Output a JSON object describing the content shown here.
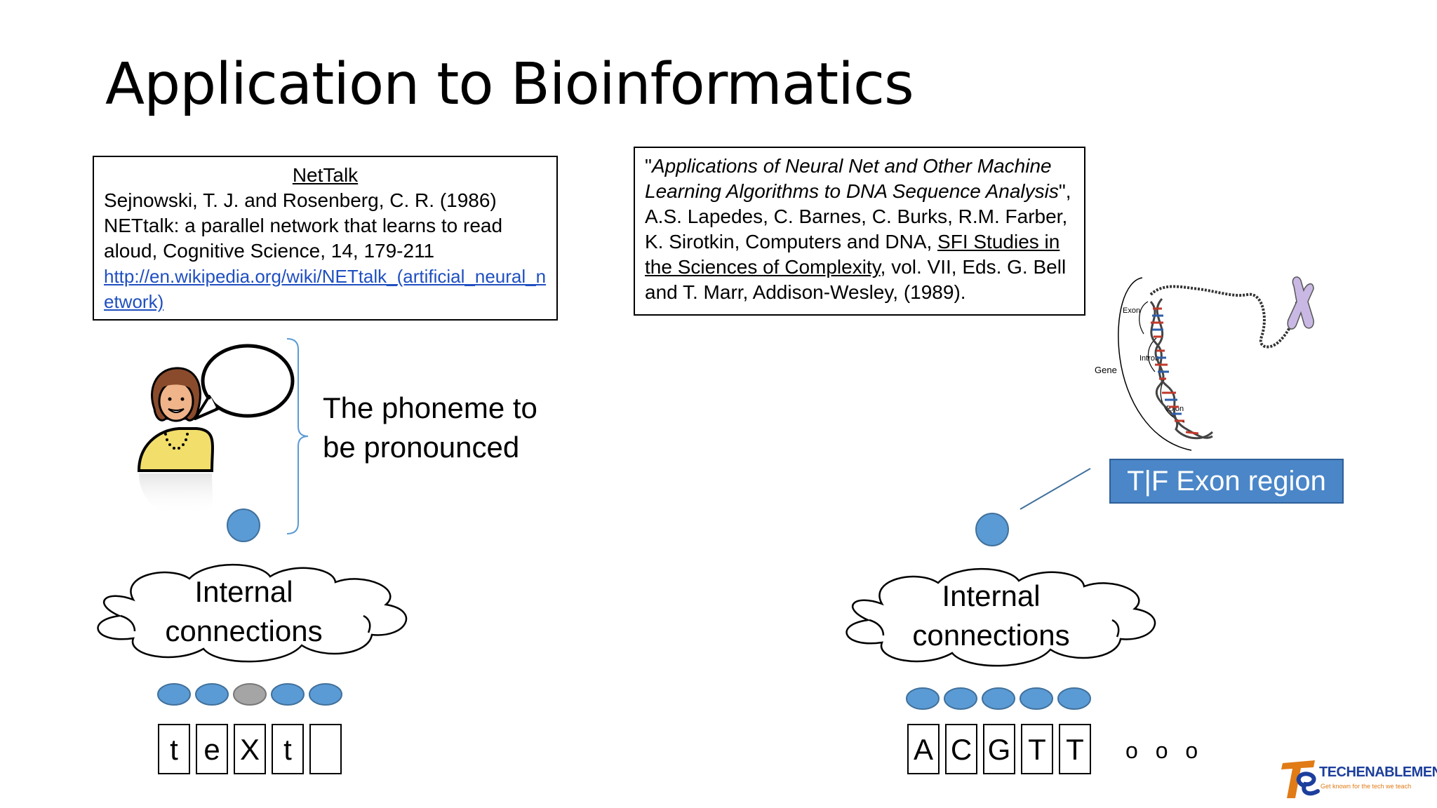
{
  "title": "Application to Bioinformatics",
  "nettalk": {
    "heading": "NetTalk",
    "citation_line1": "Sejnowski, T. J. and Rosenberg, C. R. (1986)",
    "citation_line2": "NETtalk: a parallel network that learns to read",
    "citation_line3": "aloud, Cognitive Science, 14, 179-211",
    "link": "http://en.wikipedia.org/wiki/NETtalk_(artificial_neural_network)"
  },
  "lapedes": {
    "quote_open": "\"",
    "title_italic": "Applications of Neural Net and Other Machine Learning Algorithms to DNA Sequence Analysis",
    "quote_close": "\",",
    "authors": " A.S. Lapedes, C. Barnes, C. Burks, R.M. Farber, K. Sirotkin, Computers and DNA, ",
    "series": "SFI Studies in the Sciences of Complexity",
    "rest": ", vol. VII, Eds. G. Bell and T. Marr, Addison-Wesley, (1989)."
  },
  "phoneme_label_line1": "The phoneme to",
  "phoneme_label_line2": "be pronounced",
  "cloud_left": {
    "line1": "Internal",
    "line2": "connections"
  },
  "cloud_right": {
    "line1": "Internal",
    "line2": "connections"
  },
  "left_letters": [
    "t",
    "e",
    "X",
    "t",
    ""
  ],
  "right_letters": [
    "A",
    "C",
    "G",
    "T",
    "T"
  ],
  "ellipsis": "o o o",
  "exon_label": "T|F Exon region",
  "dna_labels": {
    "exon_top": "Exon",
    "intron": "Intron",
    "gene": "Gene",
    "exon_bottom": "Exon"
  },
  "logo": {
    "name": "TECHENABLEMENT",
    "tagline": "Get known for the tech we teach"
  },
  "colors": {
    "node_blue": "#5b9bd5",
    "node_gray": "#a5a5a5",
    "badge": "#4a86c8"
  }
}
